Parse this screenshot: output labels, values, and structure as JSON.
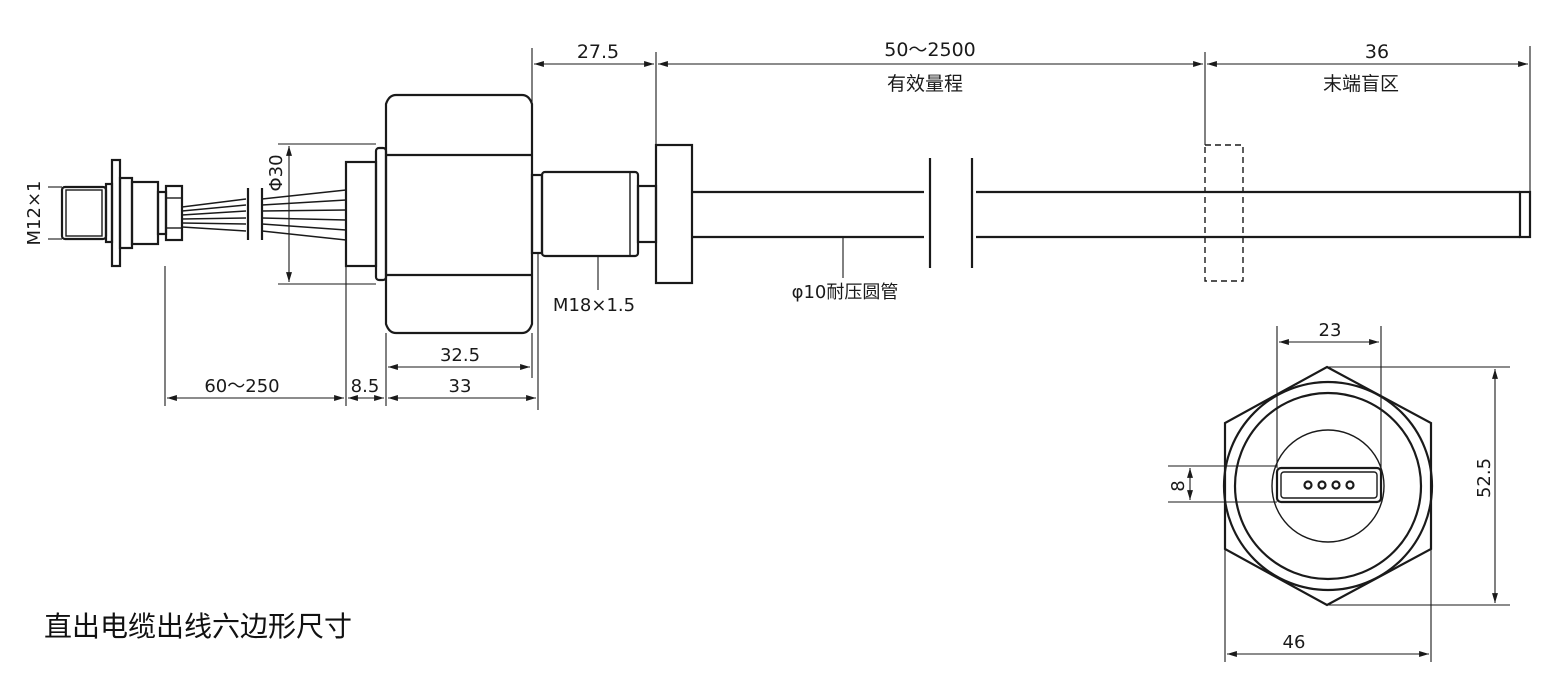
{
  "caption": "直出电缆出线六边形尺寸",
  "dimensions": {
    "flange_to_float": "27.5",
    "effective_range_value": "50～2500",
    "effective_range_label": "有效量程",
    "dead_zone_value": "36",
    "dead_zone_label": "末端盲区",
    "connector_thread": "M12×1",
    "body_diameter": "Φ30",
    "mount_thread": "M18×1.5",
    "tube_label": "φ10耐压圆管",
    "cable_length": "60～250",
    "gap_length": "8.5",
    "hex_width_inner": "32.5",
    "hex_length": "33",
    "end_view_slot_width": "23",
    "end_view_slot_height": "8",
    "end_view_hex_height": "52.5",
    "end_view_hex_width": "46"
  },
  "end_view_pin_count": 4
}
